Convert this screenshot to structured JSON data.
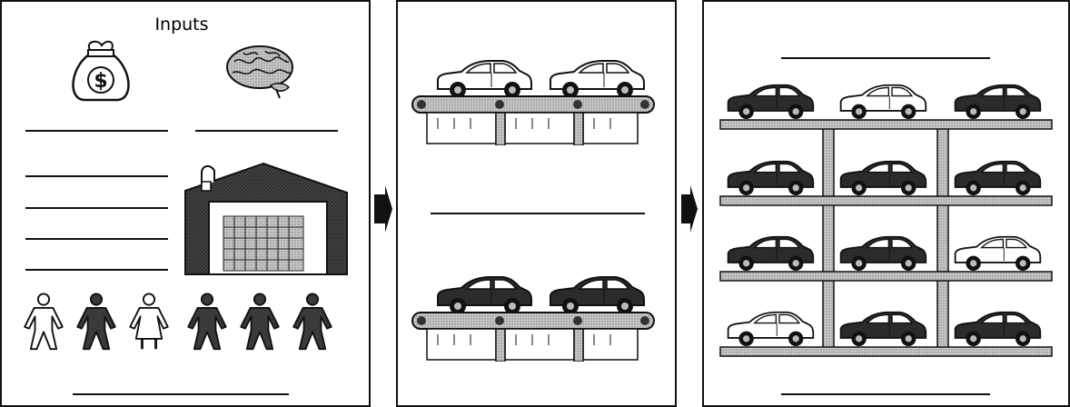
{
  "panels": {
    "inputs": {
      "title": "Inputs"
    }
  },
  "colors": {
    "ink": "#111111",
    "gray_fill": "#b4b4b4",
    "dark_fill": "#3a3a3a",
    "white": "#ffffff"
  },
  "icons": [
    "money-bag-icon",
    "brain-icon",
    "factory-building-icon",
    "worker-icon",
    "conveyor-belt-icon",
    "car-icon",
    "arrow-right-icon",
    "parking-rack-icon"
  ],
  "cars": {
    "conveyor_top": [
      "light",
      "light"
    ],
    "conveyor_bottom": [
      "dark",
      "dark"
    ],
    "rack_rows": [
      [
        "dark",
        "light",
        "dark"
      ],
      [
        "dark",
        "dark",
        "dark"
      ],
      [
        "dark",
        "dark",
        "light"
      ],
      [
        "light",
        "dark",
        "dark"
      ]
    ]
  },
  "workers": [
    "light",
    "dark",
    "light-dress",
    "dark",
    "dark",
    "dark"
  ]
}
